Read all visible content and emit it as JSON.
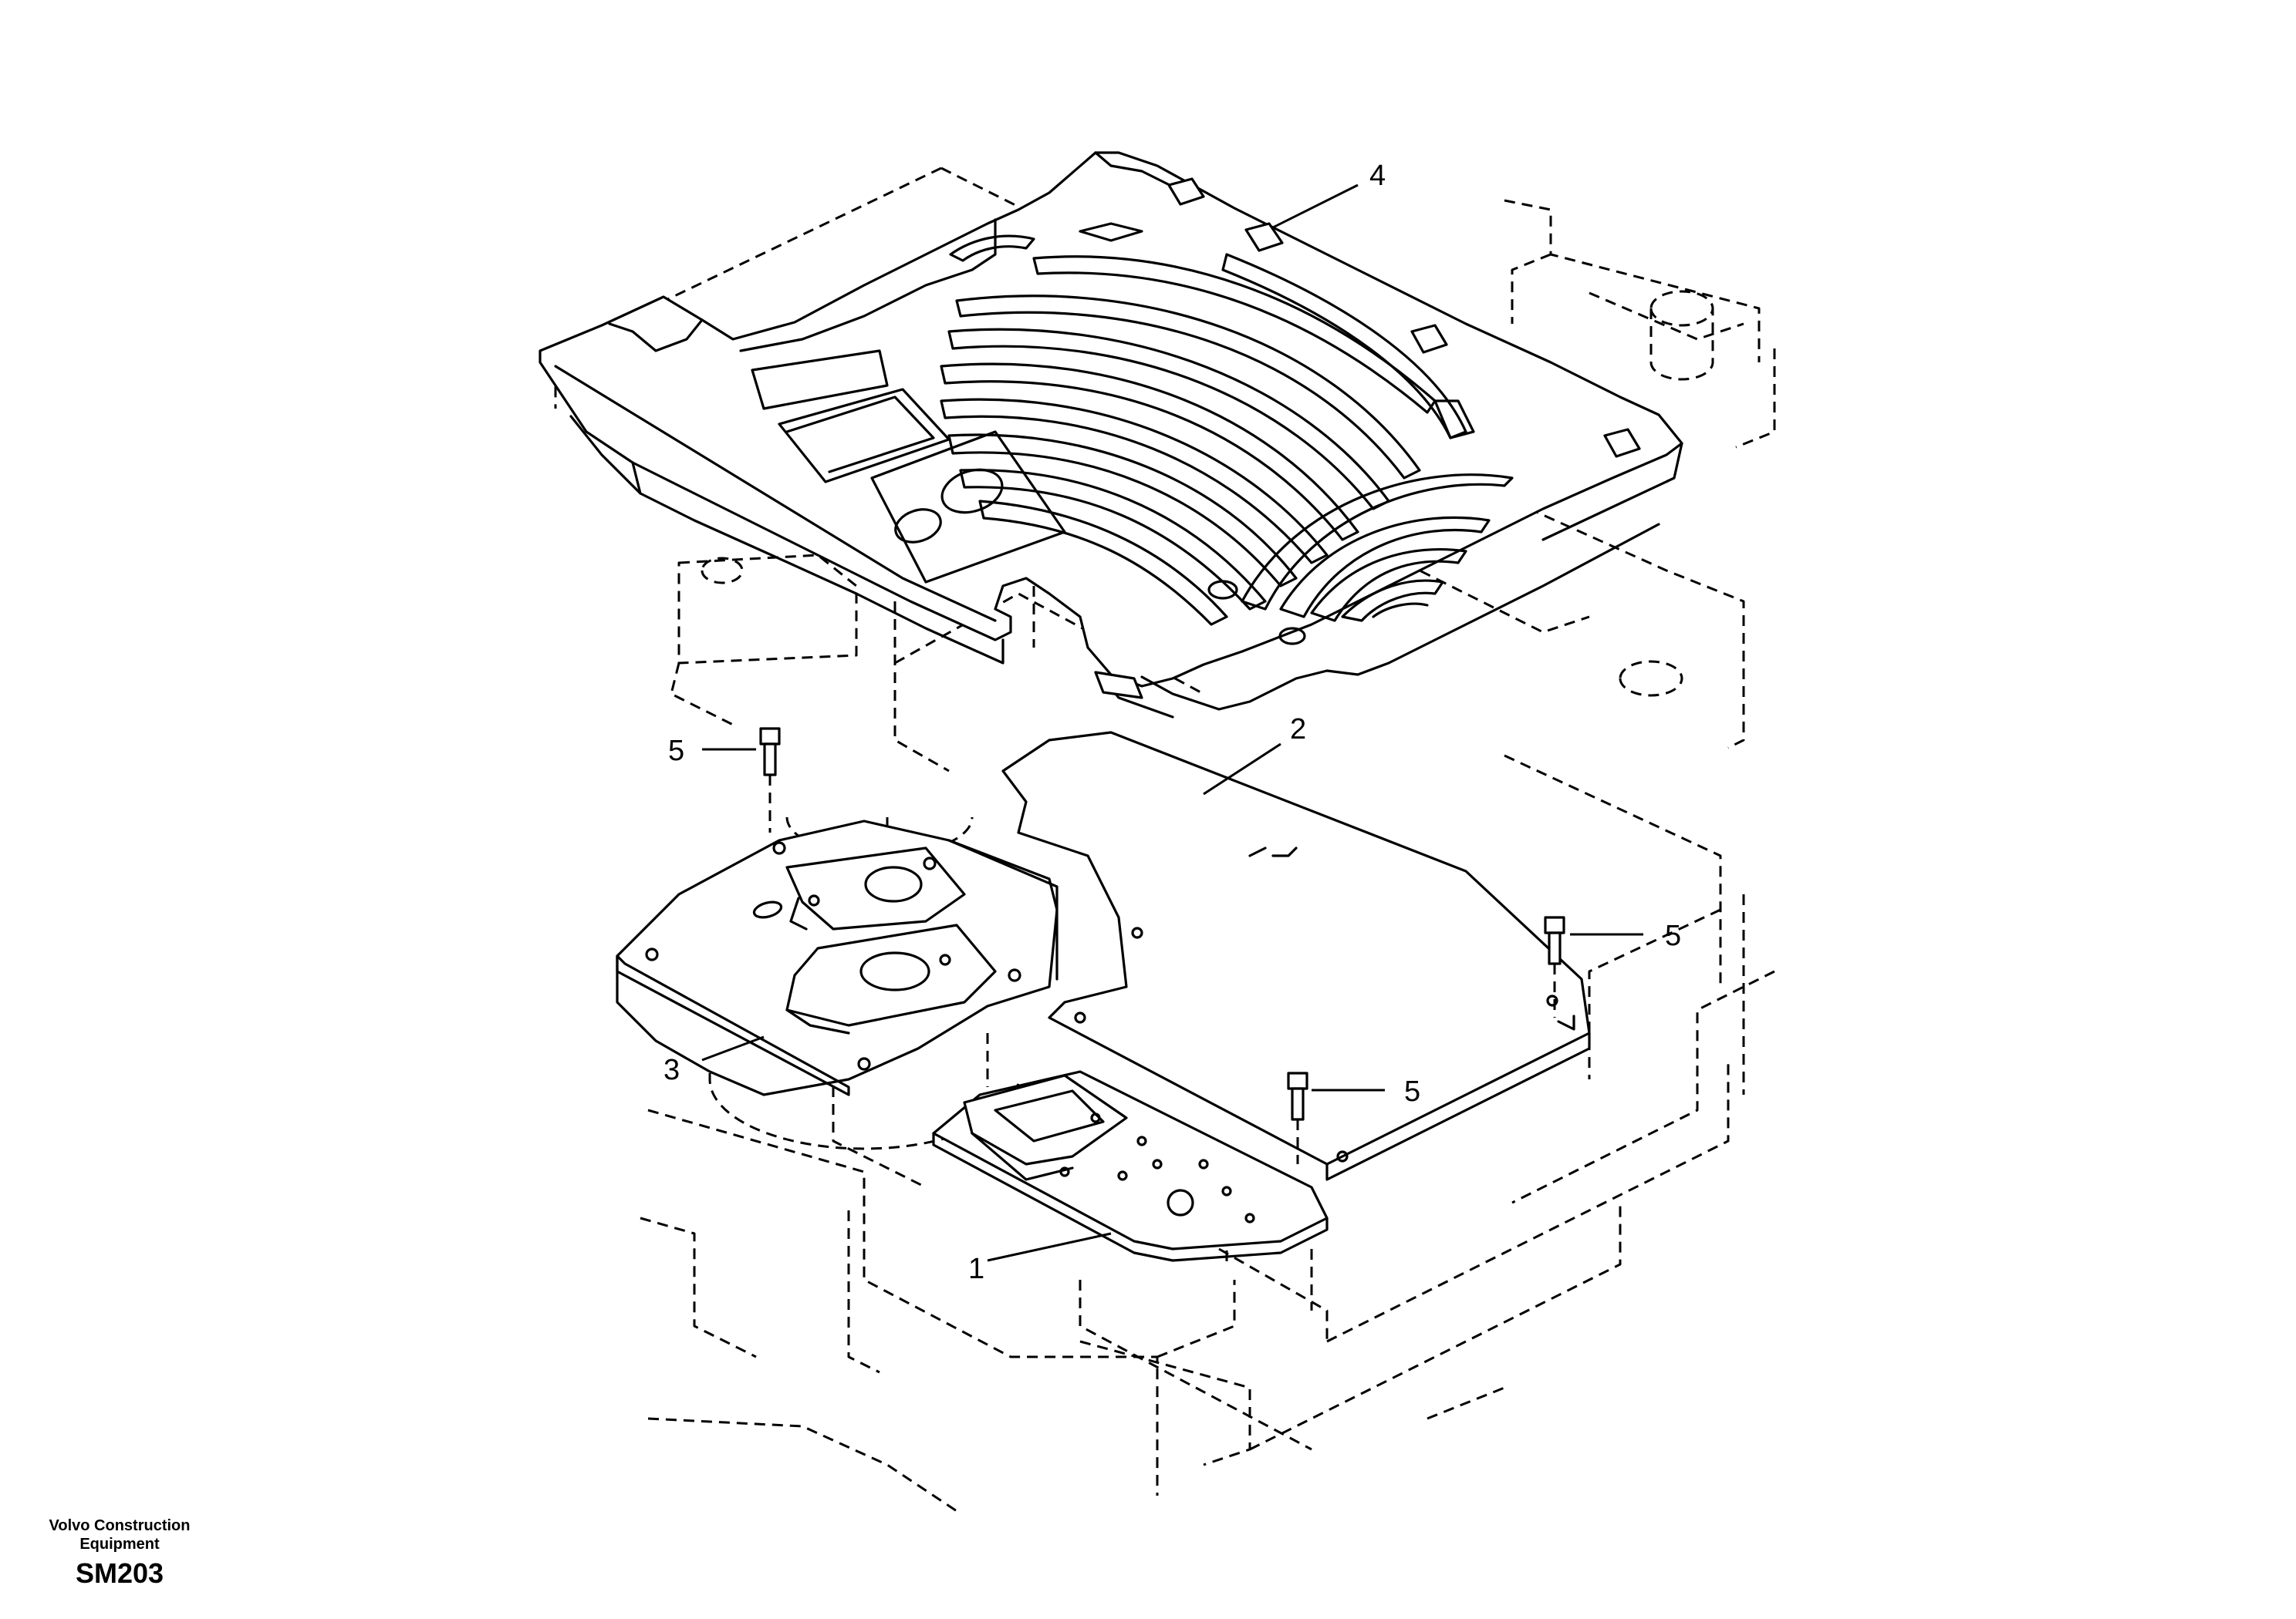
{
  "diagram": {
    "callouts": [
      {
        "id": "callout-1",
        "label": "1"
      },
      {
        "id": "callout-2",
        "label": "2"
      },
      {
        "id": "callout-3",
        "label": "3"
      },
      {
        "id": "callout-4",
        "label": "4"
      },
      {
        "id": "callout-5a",
        "label": "5"
      },
      {
        "id": "callout-5b",
        "label": "5"
      },
      {
        "id": "callout-5c",
        "label": "5"
      }
    ]
  },
  "footer": {
    "company_line_1": "Volvo Construction",
    "company_line_2": "Equipment",
    "drawing_code": "SM203"
  }
}
